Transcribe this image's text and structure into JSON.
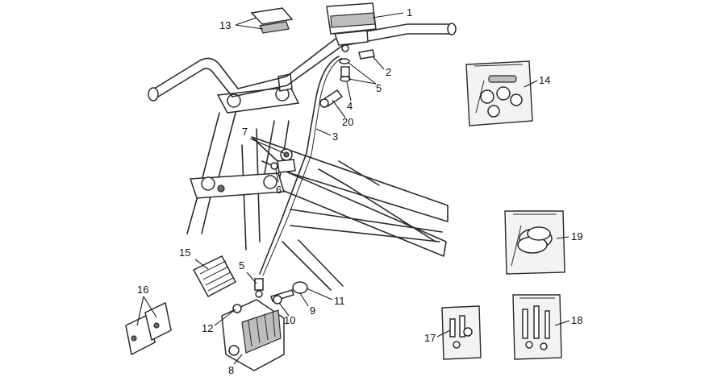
{
  "callouts": [
    {
      "id": "1",
      "text": "1"
    },
    {
      "id": "2",
      "text": "2"
    },
    {
      "id": "3",
      "text": "3"
    },
    {
      "id": "4",
      "text": "4"
    },
    {
      "id": "5a",
      "text": "5"
    },
    {
      "id": "5b",
      "text": "5"
    },
    {
      "id": "6",
      "text": "6"
    },
    {
      "id": "7",
      "text": "7"
    },
    {
      "id": "8",
      "text": "8"
    },
    {
      "id": "9",
      "text": "9"
    },
    {
      "id": "10",
      "text": "10"
    },
    {
      "id": "11",
      "text": "11"
    },
    {
      "id": "12",
      "text": "12"
    },
    {
      "id": "13",
      "text": "13"
    },
    {
      "id": "14",
      "text": "14"
    },
    {
      "id": "15",
      "text": "15"
    },
    {
      "id": "16",
      "text": "16"
    },
    {
      "id": "17",
      "text": "17"
    },
    {
      "id": "18",
      "text": "18"
    },
    {
      "id": "19",
      "text": "19"
    },
    {
      "id": "20",
      "text": "20"
    }
  ]
}
